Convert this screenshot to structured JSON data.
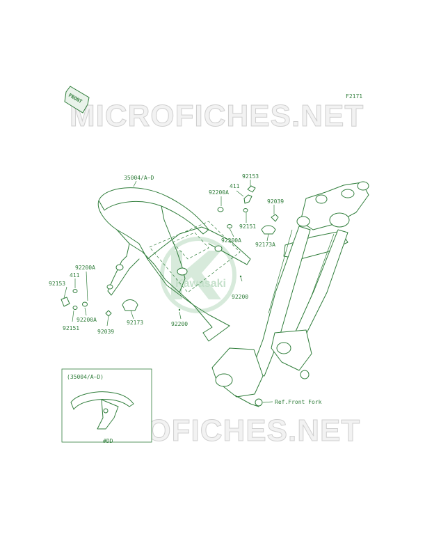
{
  "figure_id": "F2171",
  "front_tag": "FRONT",
  "watermark_text": "MICROFICHES.NET",
  "logo_text": "Kawasaki",
  "colors": {
    "ink": "#2f7d3a",
    "watermark_fill": "#f2f2f2",
    "watermark_stroke": "#cfcfcf"
  },
  "labels": {
    "l35004": "35004/A~D",
    "l92153_top": "92153",
    "l411_top": "411",
    "l92200A_top": "92200A",
    "l92039_top": "92039",
    "l92151_top": "92151",
    "l92200A_mid": "92200A",
    "l92173A": "92173A",
    "l92200_r": "92200",
    "l92200A_left": "92200A",
    "l411_left": "411",
    "l92153_left": "92153",
    "l92151_left": "92151",
    "l92200A_bot": "92200A",
    "l92039_bot": "92039",
    "l92173": "92173",
    "l92200_bot": "92200",
    "ref_front_fork": "Ref.Front Fork"
  },
  "inset": {
    "title": "(35004/A~D)",
    "caption": "#DD"
  }
}
